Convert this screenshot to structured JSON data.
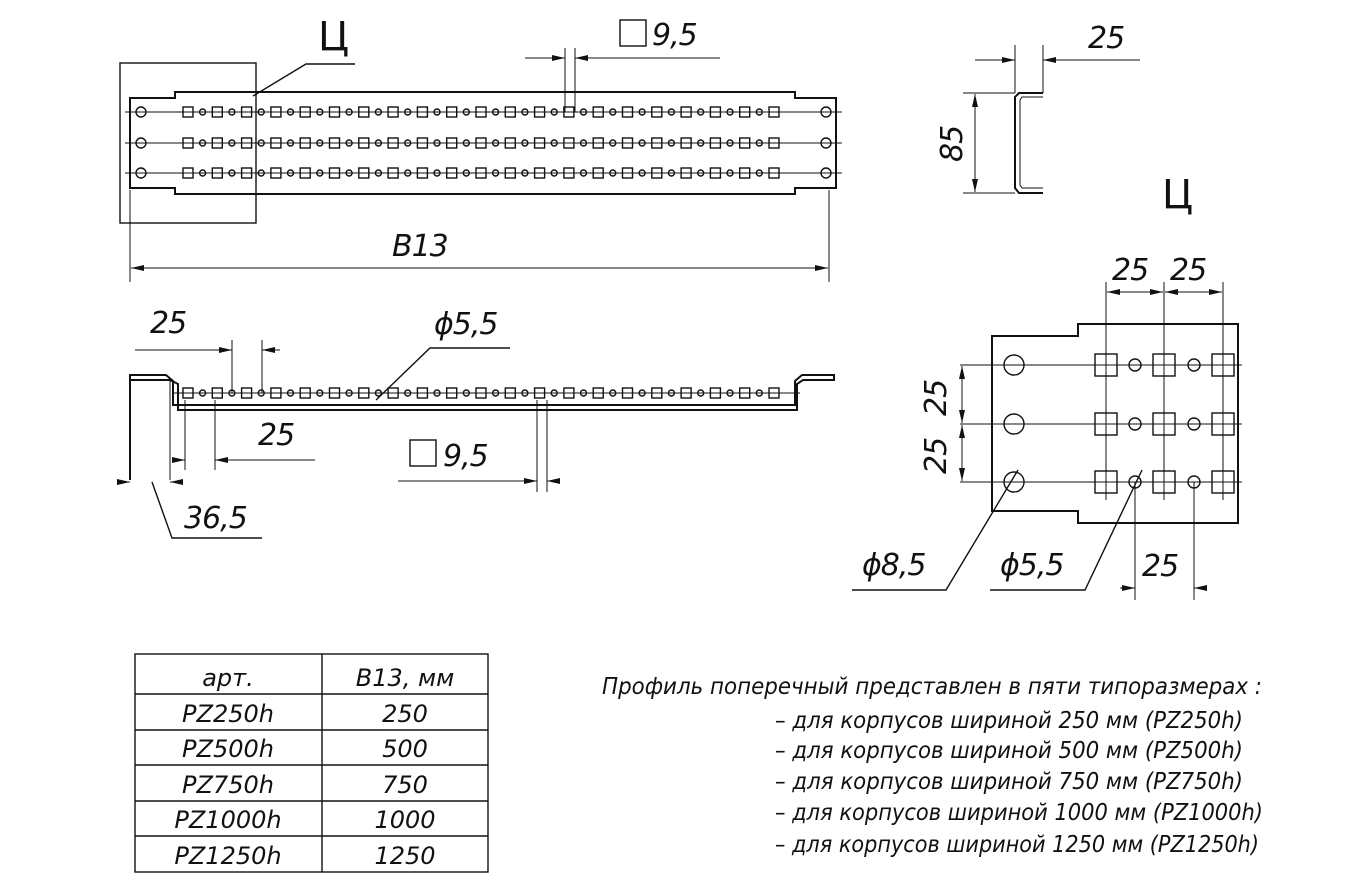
{
  "top_view": {
    "callout_label": "Ц",
    "square_hole_dim": "9,5",
    "length_dim": "B13"
  },
  "side_view": {
    "pitch_dim": "25",
    "pitch_dim_2": "25",
    "hole_dim": "ϕ5,5",
    "square_hole_dim": "9,5",
    "offset_dim": "36,5"
  },
  "section_view": {
    "width_dim": "25",
    "height_dim": "85"
  },
  "detail_view": {
    "label": "Ц",
    "pitch_x_1": "25",
    "pitch_x_2": "25",
    "pitch_y_1": "25",
    "pitch_y_2": "25",
    "pitch_x_bottom": "25",
    "large_hole_dim": "ϕ8,5",
    "small_hole_dim": "ϕ5,5"
  },
  "table": {
    "headers": [
      "арт.",
      "B13, мм"
    ],
    "rows": [
      [
        "PZ250h",
        "250"
      ],
      [
        "PZ500h",
        "500"
      ],
      [
        "PZ750h",
        "750"
      ],
      [
        "PZ1000h",
        "1000"
      ],
      [
        "PZ1250h",
        "1250"
      ]
    ]
  },
  "notes": {
    "title": "Профиль поперечный представлен в пяти типоразмерах :",
    "lines": [
      "– для корпусов шириной 250 мм (PZ250h)",
      "– для корпусов шириной 500 мм (PZ500h)",
      "– для корпусов шириной 750 мм (PZ750h)",
      "– для корпусов шириной 1000 мм (PZ1000h)",
      "– для корпусов шириной 1250 мм (PZ1250h)"
    ]
  }
}
